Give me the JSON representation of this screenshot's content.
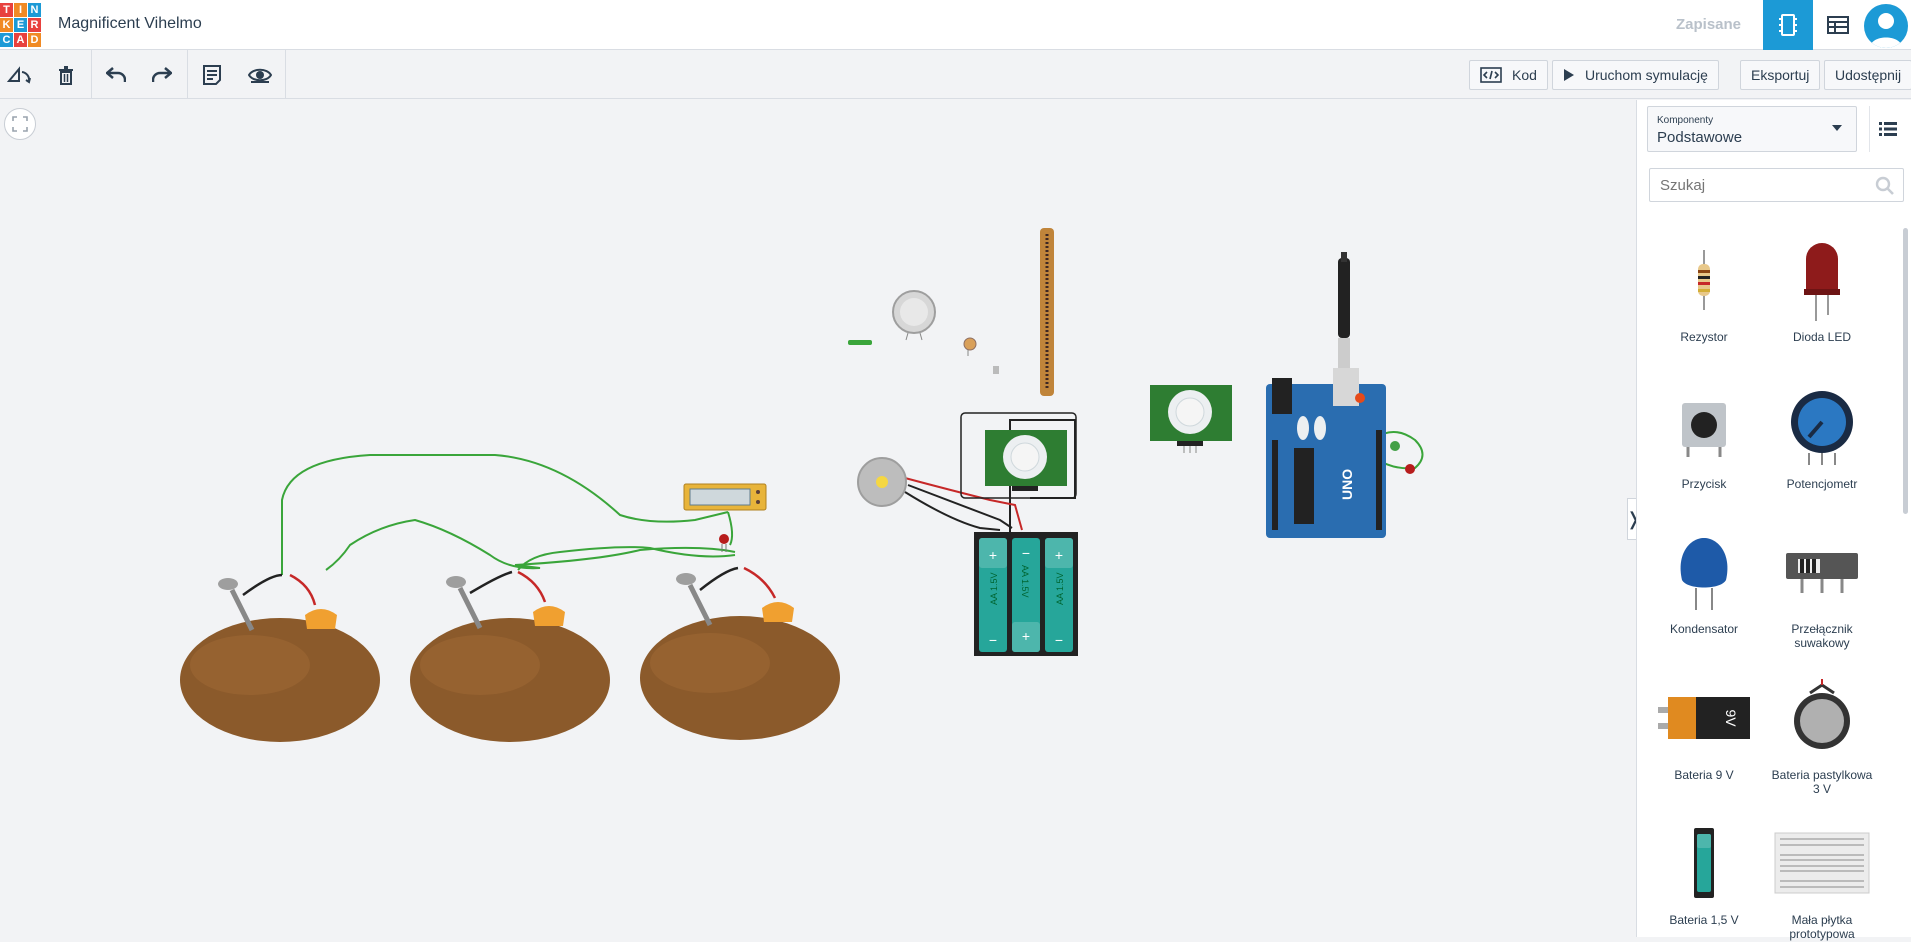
{
  "header": {
    "logo_letters": [
      "T",
      "I",
      "N",
      "K",
      "E",
      "R",
      "C",
      "A",
      "D"
    ],
    "logo_colors": [
      "#e8413e",
      "#f08a24",
      "#1c9ad6",
      "#f08a24",
      "#1c9ad6",
      "#e8413e",
      "#1c9ad6",
      "#e8413e",
      "#f08a24"
    ],
    "project_title": "Magnificent Vihelmo",
    "save_status": "Zapisane"
  },
  "toolbar": {
    "code_label": "Kod",
    "simulate_label": "Uruchom symulację",
    "export_label": "Eksportuj",
    "share_label": "Udostępnij"
  },
  "panel": {
    "dropdown_label": "Komponenty",
    "dropdown_value": "Podstawowe",
    "search_placeholder": "Szukaj",
    "components": [
      {
        "label": "Rezystor",
        "icon": "resistor-icon"
      },
      {
        "label": "Dioda LED",
        "icon": "led-icon"
      },
      {
        "label": "Przycisk",
        "icon": "pushbutton-icon"
      },
      {
        "label": "Potencjometr",
        "icon": "potentiometer-icon"
      },
      {
        "label": "Kondensator",
        "icon": "capacitor-icon"
      },
      {
        "label": "Przełącznik suwakowy",
        "icon": "slide-switch-icon"
      },
      {
        "label": "Bateria 9 V",
        "icon": "battery-9v-icon"
      },
      {
        "label": "Bateria pastylkowa 3 V",
        "icon": "coin-battery-icon"
      },
      {
        "label": "Bateria 1,5 V",
        "icon": "battery-aa-icon"
      },
      {
        "label": "Mała płytka prototypowa",
        "icon": "breadboard-icon"
      }
    ]
  },
  "canvas": {
    "battery_labels": [
      "AA 1.5V",
      "AA 1.5V",
      "AA 1.5V"
    ],
    "battery_marks": [
      "+",
      "−"
    ],
    "arduino_label": "UNO",
    "battery_9v_label": "9V"
  },
  "colors": {
    "accent": "#1c9ad6",
    "wire_green": "#3aa53a",
    "potato": "#8b5a2b",
    "arduino_blue": "#2a6db0"
  }
}
